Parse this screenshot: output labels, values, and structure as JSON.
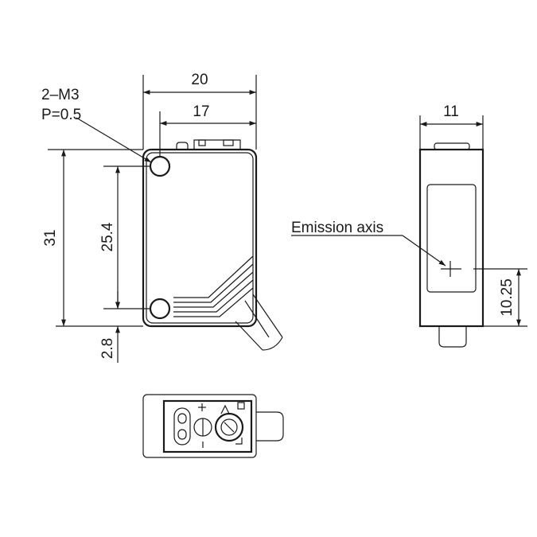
{
  "dimensions": {
    "width_overall": "20",
    "width_hole_pitch": "17",
    "depth": "11",
    "height_overall": "31",
    "height_hole_pitch": "25.4",
    "hole_offset_bottom": "2.8",
    "emission_axis_height": "10.25"
  },
  "labels": {
    "thread_callout": "2–M3",
    "pitch_callout": "P=0.5",
    "emission_axis": "Emission axis"
  },
  "icons": {
    "plus_symbol": "plus-icon",
    "minus_symbol": "minus-icon"
  }
}
